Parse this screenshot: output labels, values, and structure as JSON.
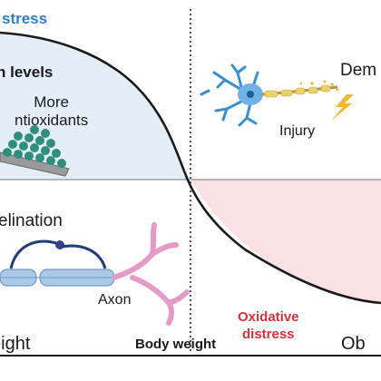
{
  "labels": {
    "top_left": "stress",
    "levels": "n levels",
    "more_line1": "More",
    "more_line2": "ntioxidants",
    "dem": "Dem",
    "injury": "Injury",
    "elination": "elination",
    "axon": "Axon",
    "oxidative_line1": "Oxidative",
    "oxidative_line2": "distress",
    "weight": "eight",
    "body_weight": "Body weight",
    "ob": "Ob"
  },
  "colors": {
    "blue_region": "#e4eef8",
    "pink_region": "#fbe1e3",
    "curve": "#1a1a1a",
    "antioxidant": "#2f8f7e",
    "oxidative": "#d2313a",
    "neuron": "#3a8fd3",
    "myelin": "#a9c9e6",
    "axon": "#e59ac8",
    "lightning": "#f2b72e"
  },
  "icons": [
    "antioxidant-pile-icon",
    "neuron-icon",
    "lightning-icon",
    "myelinated-axon-icon"
  ]
}
